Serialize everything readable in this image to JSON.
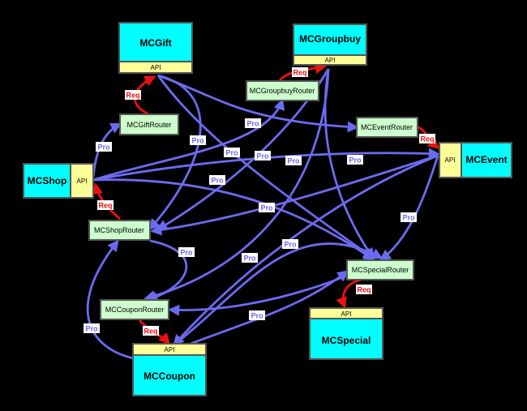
{
  "colors": {
    "background": "#000000",
    "module_fill": "#00ffff",
    "api_fill": "#ffff99",
    "router_fill": "#ccffcc",
    "pro_edge": "#6b6bf0",
    "req_edge": "#ee1111"
  },
  "modules": {
    "gift": {
      "name": "MCGift",
      "api": "API"
    },
    "groupbuy": {
      "name": "MCGroupbuy",
      "api": "API"
    },
    "shop": {
      "name": "MCShop",
      "api": "API"
    },
    "event": {
      "name": "MCEvent",
      "api": "API"
    },
    "special": {
      "name": "MCSpecial",
      "api": "API"
    },
    "coupon": {
      "name": "MCCoupon",
      "api": "API"
    }
  },
  "routers": {
    "gift": "MCGiftRouter",
    "groupbuy": "MCGroupbuyRouter",
    "event": "MCEventRouter",
    "shop": "MCShopRouter",
    "special": "MCSpecialRouter",
    "coupon": "MCCouponRouter"
  },
  "edge_labels": {
    "pro": "Pro",
    "req": "Req"
  }
}
